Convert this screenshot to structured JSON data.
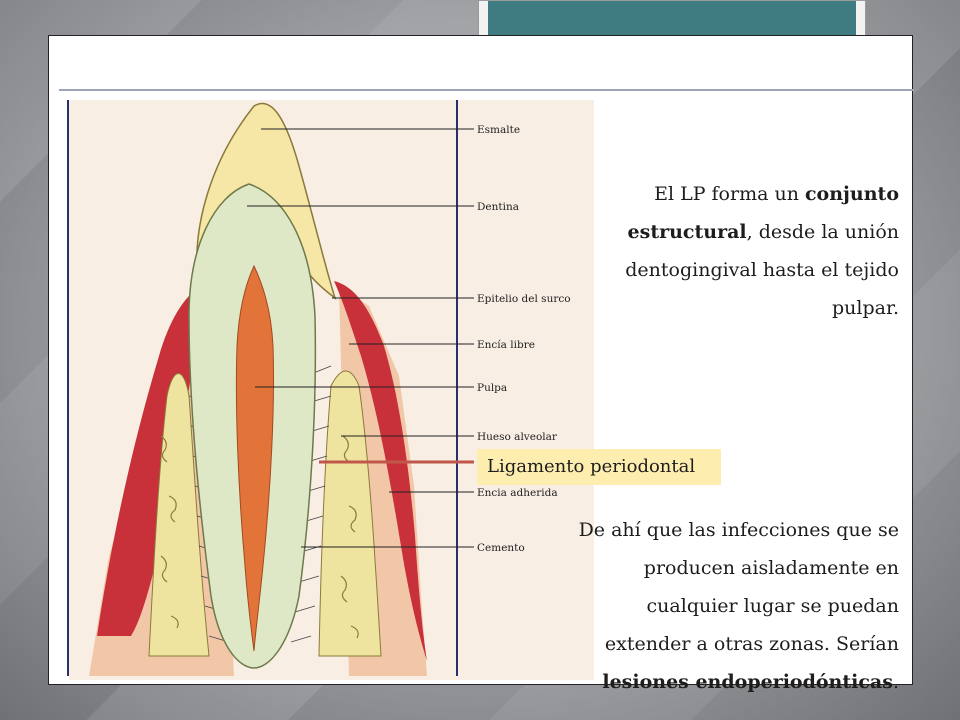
{
  "labels": {
    "esmalte": "Esmalte",
    "dentina": "Dentina",
    "epitelio": "Epitelio del surco",
    "encia_libre": "Encía libre",
    "pulpa": "Pulpa",
    "hueso": "Hueso alveolar",
    "encia_adherida": "Encia adherida",
    "cemento": "Cemento",
    "ligamento": "Ligamento periodontal"
  },
  "paragraph1": {
    "a": "El LP forma un ",
    "b": "conjunto estructural",
    "c": ", desde la unión dentogingival hasta el tejido pulpar."
  },
  "paragraph2": {
    "a": "De ahí que las infecciones que se producen aisladamente en cualquier lugar se puedan extender a otras zonas. Serían ",
    "b": "lesiones endoperiodónticas",
    "c": "."
  },
  "colors": {
    "title_bar": "#3f7c82",
    "highlight": "#fdeeb0",
    "pointer_line": "#c0574a",
    "enamel": "#f6e7a6",
    "dentin": "#dfe8c6",
    "pulp": "#e2743a",
    "gingiva": "#c8303a"
  }
}
